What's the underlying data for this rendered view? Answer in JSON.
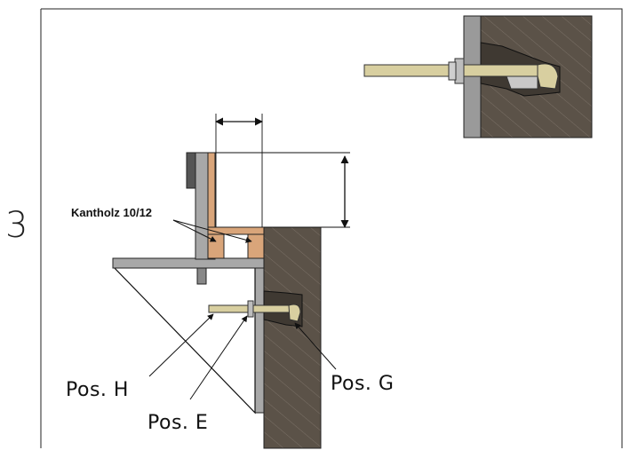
{
  "step_number": "3",
  "labels": {
    "kantholz": "Kantholz 10/12",
    "pos_h": "Pos. H",
    "pos_e": "Pos. E",
    "pos_g": "Pos. G"
  },
  "colors": {
    "wall": "#5b5248",
    "steel": "#a8a8a8",
    "wood": "#d9a57a",
    "anchor": "#d8cfa0",
    "line": "#111111"
  }
}
